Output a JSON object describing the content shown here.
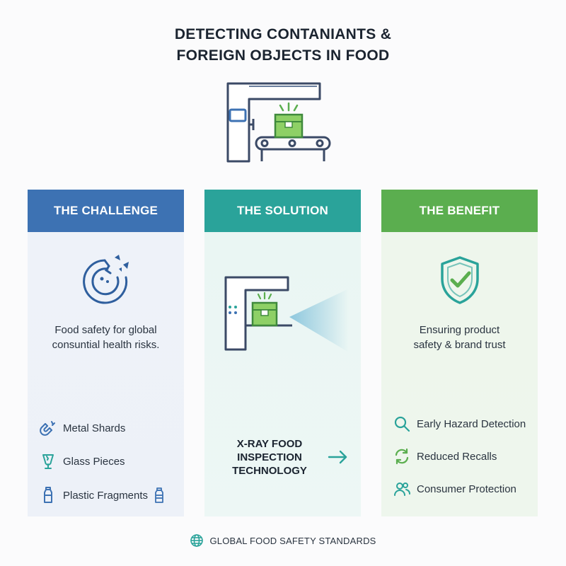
{
  "title": {
    "line1": "DETECTING CONTANIANTS &",
    "line2": "FOREIGN OBJECTS IN FOOD"
  },
  "hero_icon": "xray-conveyor-scanner-icon",
  "columns": [
    {
      "heading": "THE CHALLENGE",
      "icon": "broken-plate-icon",
      "description": [
        "Food safety for global",
        "consuntial health risks."
      ],
      "items": [
        {
          "label": "Metal Shards",
          "icon": "magnet-icon"
        },
        {
          "label": "Glass Pieces",
          "icon": "broken-glass-icon"
        },
        {
          "label": "Plastic Fragments",
          "icon": "plastic-bottle-icon"
        }
      ],
      "color": "#3d72b3"
    },
    {
      "heading": "THE SOLUTION",
      "icon": "xray-scanner-icon",
      "label": [
        "X-RAY FOOD",
        "INSPECTION",
        "TECHNOLOGY"
      ],
      "arrow_icon": "arrow-right-icon",
      "color": "#2aa39a"
    },
    {
      "heading": "THE BENEFIT",
      "icon": "shield-check-icon",
      "description": [
        "Ensuring product",
        "safety & brand trust"
      ],
      "items": [
        {
          "label": "Early Hazard Detection",
          "icon": "magnifier-icon"
        },
        {
          "label": "Reduced Recalls",
          "icon": "refresh-cycle-icon"
        },
        {
          "label": "Consumer Protection",
          "icon": "people-icon"
        }
      ],
      "color": "#5bae4f"
    }
  ],
  "footer": {
    "icon": "globe-icon",
    "text": "GLOBAL FOOD SAFETY STANDARDS"
  }
}
